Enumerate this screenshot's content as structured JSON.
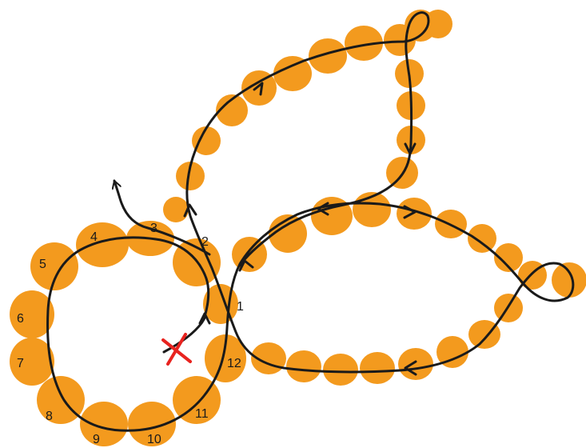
{
  "colors": {
    "bead": "#F39A1E",
    "cord": "#1a1a1a",
    "start_mark": "#E8231F",
    "background": "#ffffff"
  },
  "bead_labels": [
    "1",
    "2",
    "3",
    "4",
    "5",
    "6",
    "7",
    "8",
    "9",
    "10",
    "11",
    "12"
  ],
  "start_marker": "cross",
  "direction_marker": "arrowhead"
}
